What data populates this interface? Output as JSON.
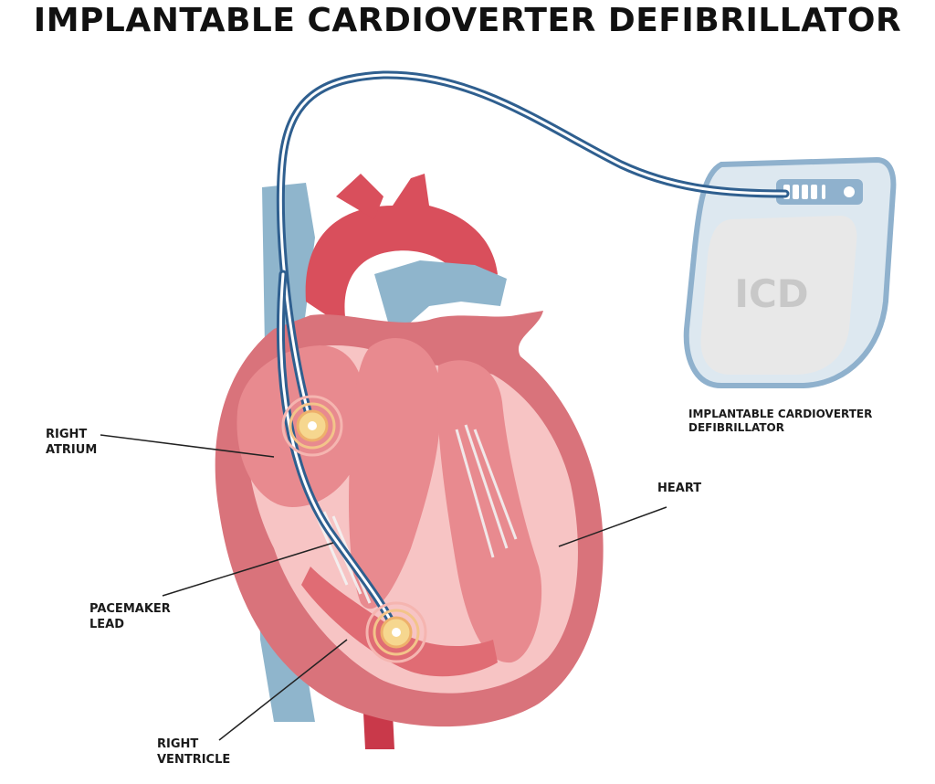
{
  "title": "IMPLANTABLE CARDIOVERTER DEFIBRILLATOR",
  "device": {
    "badge": "ICD",
    "label_line1": "IMPLANTABLE CARDIOVERTER",
    "label_line2": "DEFIBRILLATOR"
  },
  "labels": {
    "right_atrium": [
      "RIGHT",
      "ATRIUM"
    ],
    "heart": [
      "HEART"
    ],
    "pacemaker_lead": [
      "PACEMAKER",
      "LEAD"
    ],
    "right_ventricle": [
      "RIGHT",
      "VENTRICLE"
    ]
  },
  "colors": {
    "heart_outer": "#d9737b",
    "heart_inner": "#f7c4c4",
    "aorta": "#d94f5c",
    "vein": "#8fb5cc",
    "lead": "#2f5f8f",
    "device_body": "#e8e8e8",
    "device_outline": "#8fb1cd"
  }
}
